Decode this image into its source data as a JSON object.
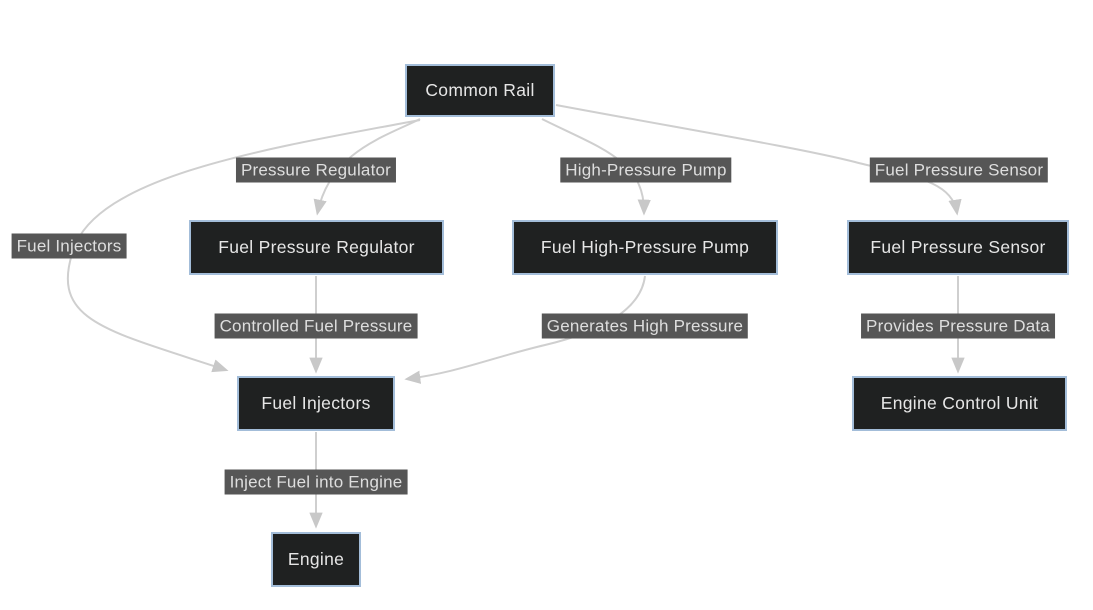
{
  "diagram": {
    "type": "flowchart",
    "direction": "top-down",
    "colors": {
      "background": "#ffffff",
      "node_fill": "#1f2121",
      "node_border": "#a3bdd9",
      "node_text": "#e6e6e6",
      "edge_label_background": "#565656",
      "edge_label_text": "#dedede",
      "edge_line": "#cfcfcf",
      "arrowhead": "#c8c8c8"
    },
    "nodes": [
      {
        "id": "common-rail",
        "label": "Common Rail"
      },
      {
        "id": "fuel-pressure-regulator",
        "label": "Fuel Pressure Regulator"
      },
      {
        "id": "fuel-high-pressure-pump",
        "label": "Fuel High-Pressure Pump"
      },
      {
        "id": "fuel-pressure-sensor",
        "label": "Fuel Pressure Sensor"
      },
      {
        "id": "fuel-injectors",
        "label": "Fuel Injectors"
      },
      {
        "id": "engine-control-unit",
        "label": "Engine Control Unit"
      },
      {
        "id": "engine",
        "label": "Engine"
      }
    ],
    "edges": [
      {
        "from": "Common Rail",
        "to": "Fuel Pressure Regulator",
        "label": "Pressure Regulator"
      },
      {
        "from": "Common Rail",
        "to": "Fuel High-Pressure Pump",
        "label": "High-Pressure Pump"
      },
      {
        "from": "Common Rail",
        "to": "Fuel Pressure Sensor",
        "label": "Fuel Pressure Sensor"
      },
      {
        "from": "Common Rail",
        "to": "Fuel Injectors",
        "label": "Fuel Injectors"
      },
      {
        "from": "Fuel Pressure Regulator",
        "to": "Fuel Injectors",
        "label": "Controlled Fuel Pressure"
      },
      {
        "from": "Fuel High-Pressure Pump",
        "to": "Fuel Injectors",
        "label": "Generates High Pressure"
      },
      {
        "from": "Fuel Pressure Sensor",
        "to": "Engine Control Unit",
        "label": "Provides Pressure Data"
      },
      {
        "from": "Fuel Injectors",
        "to": "Engine",
        "label": "Inject Fuel into Engine"
      }
    ]
  }
}
